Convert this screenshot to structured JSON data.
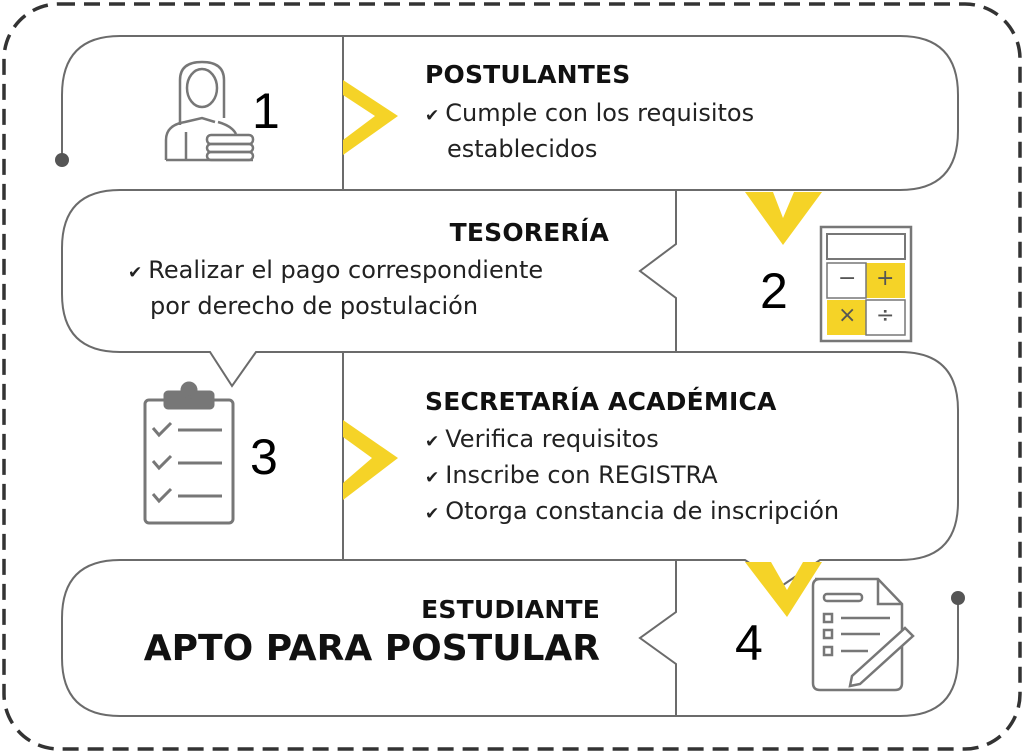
{
  "steps": [
    {
      "number": "1",
      "title": "POSTULANTES",
      "items": [
        "Cumple con los requisitos",
        "establecidos"
      ],
      "icon": "student-books-icon"
    },
    {
      "number": "2",
      "title": "TESORERÍA",
      "items": [
        "Realizar el pago correspondiente",
        "por derecho de postulación"
      ],
      "icon": "calculator-icon",
      "calculator_symbols": [
        "−",
        "+",
        "×",
        "÷"
      ]
    },
    {
      "number": "3",
      "title": "SECRETARÍA ACADÉMICA",
      "items": [
        "Verifica requisitos",
        "Inscribe con REGISTRA",
        "Otorga constancia de inscripción"
      ],
      "icon": "clipboard-checklist-icon"
    },
    {
      "number": "4",
      "title": "ESTUDIANTE",
      "subtitle": "APTO PARA POSTULAR",
      "icon": "form-pencil-icon"
    }
  ],
  "check_glyph": "✔",
  "colors": {
    "accent": "#f5d327",
    "line": "#6b6b6b",
    "border": "#333333"
  }
}
